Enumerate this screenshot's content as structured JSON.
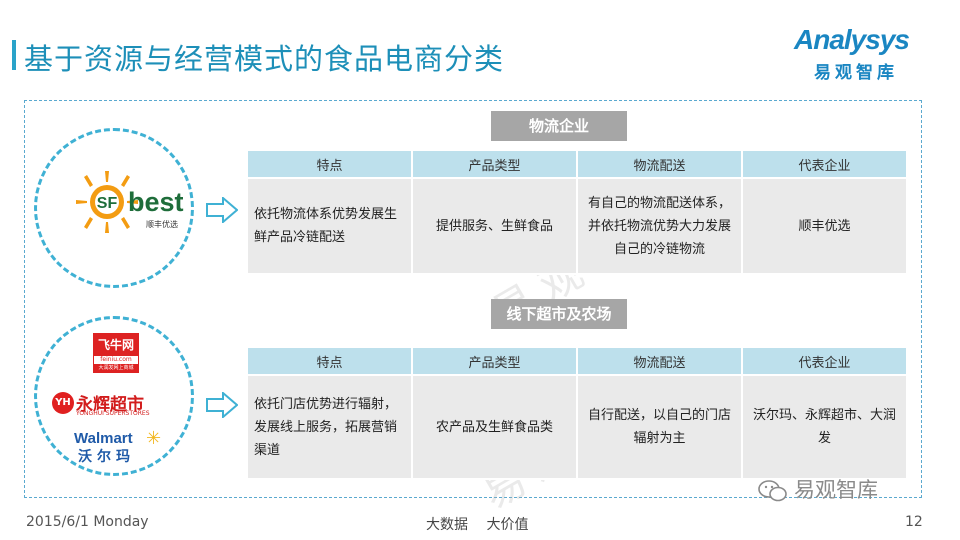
{
  "page": {
    "title": "基于资源与经营模式的食品电商分类"
  },
  "logo": {
    "word": "Analysys",
    "cn": "易观智库"
  },
  "sections": [
    {
      "label": "物流企业",
      "headers": [
        "特点",
        "产品类型",
        "物流配送",
        "代表企业"
      ],
      "row": [
        "依托物流体系优势发展生鲜产品冷链配送",
        "提供服务、生鲜食品",
        "有自己的物流配送体系，并依托物流优势大力发展自己的冷链物流",
        "顺丰优选"
      ]
    },
    {
      "label": "线下超市及农场",
      "headers": [
        "特点",
        "产品类型",
        "物流配送",
        "代表企业"
      ],
      "row": [
        "依托门店优势进行辐射，发展线上服务，拓展营销渠道",
        "农产品及生鲜食品类",
        "自行配送，以自己的门店辐射为主",
        "沃尔玛、永辉超市、大润发"
      ]
    }
  ],
  "brands": {
    "sf": {
      "word": "best",
      "sub": "顺丰优选"
    },
    "feiniu": {
      "name": "飞牛网",
      "domain": "feiniu.com",
      "slogan": "大润发网上商城"
    },
    "yonghui": {
      "name": "永辉超市",
      "sub": "YONGHUI SUPERSTORES",
      "badge": "YH"
    },
    "walmart": {
      "word": "Walmart",
      "cn": "沃尔玛"
    }
  },
  "watermark": "易观智库",
  "footer": {
    "date": "2015/6/1 Monday",
    "center": "大数据 大价值",
    "page": "12",
    "wechat": "易观智库"
  },
  "colors": {
    "accent": "#1d8fb8",
    "header_bg": "#bde0ec",
    "cell_bg": "#eaeaea",
    "label_bg": "#a6a6a6",
    "dashed": "#3fb1d4"
  }
}
